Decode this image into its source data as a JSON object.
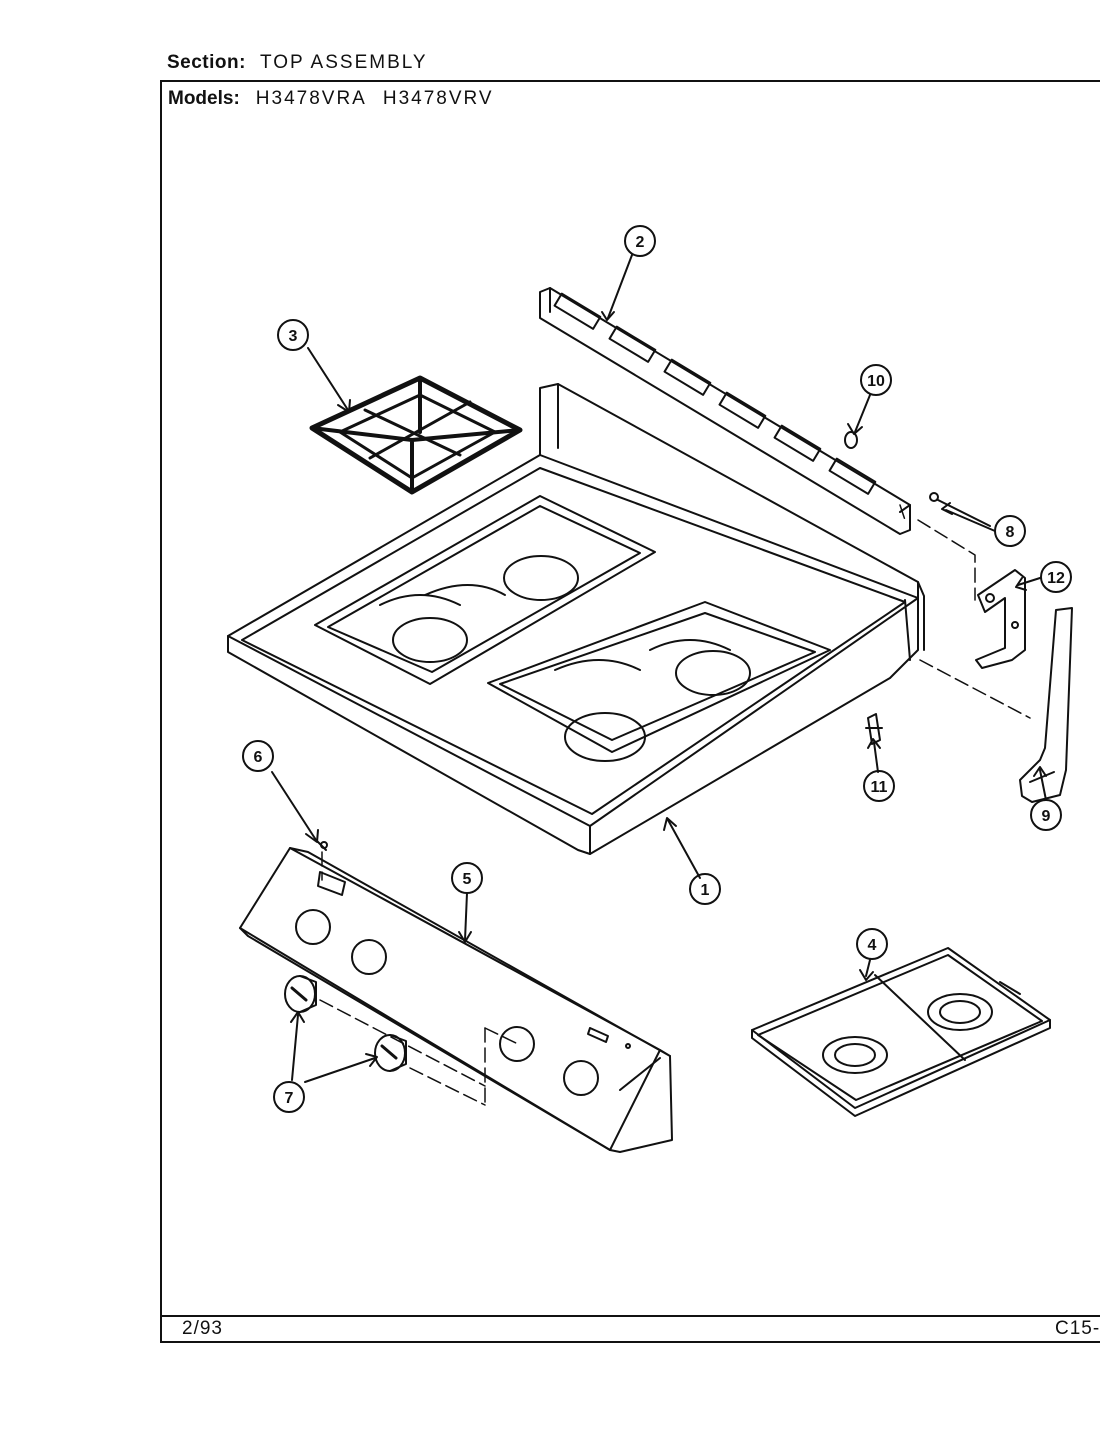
{
  "header": {
    "section_label": "Section:",
    "section_value": "TOP ASSEMBLY",
    "models_label": "Models:",
    "models": [
      "H3478VRA",
      "H3478VRV"
    ]
  },
  "footer": {
    "date": "2/93",
    "page_code": "C15-"
  },
  "callouts": {
    "c1": "1",
    "c2": "2",
    "c3": "3",
    "c4": "4",
    "c5": "5",
    "c6": "6",
    "c7": "7",
    "c8": "8",
    "c9": "9",
    "c10": "10",
    "c11": "11",
    "c12": "12"
  },
  "colors": {
    "ink": "#111111",
    "paper": "#ffffff"
  }
}
